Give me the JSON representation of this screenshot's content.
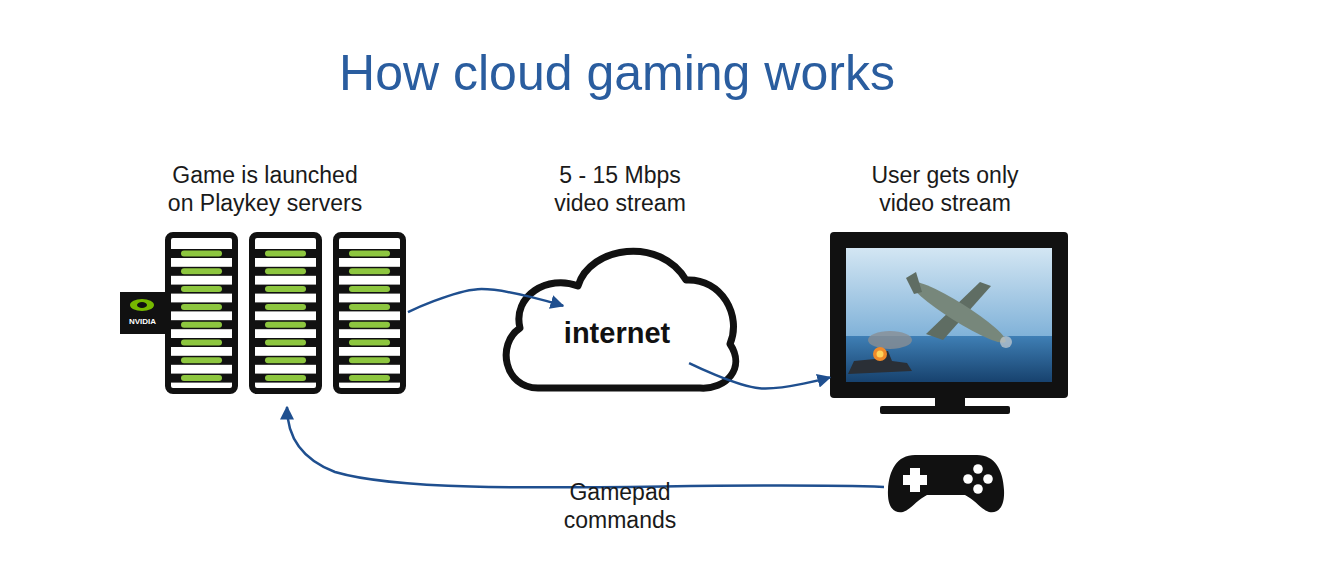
{
  "diagram": {
    "title": "How cloud gaming works",
    "nodes": [
      {
        "text": [
          "Game is launched on Playkey servers"
        ]
      },
      {
        "text": [
          "5 - 15 Mbps video stream",
          "internet"
        ]
      },
      {
        "text": [
          "User gets only video stream"
        ]
      }
    ],
    "edges": [
      {
        "from": 0,
        "to": 1,
        "arrow": "to"
      },
      {
        "from": 1,
        "to": 2,
        "arrow": "to"
      }
    ],
    "labels": [
      "NVIDIA",
      "Gamepad commands"
    ]
  }
}
